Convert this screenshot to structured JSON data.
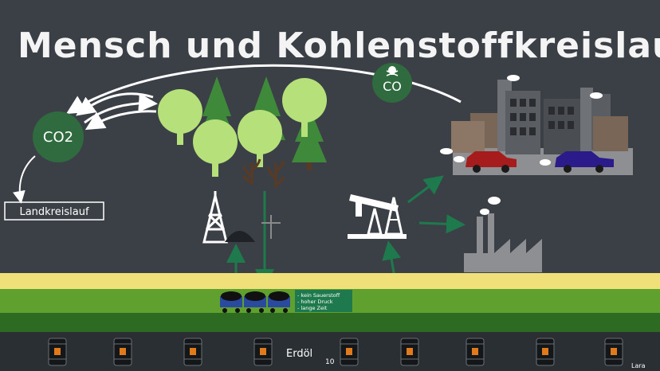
{
  "title": "Mensch und Kohlenstoffkreislauf",
  "labels": {
    "co2": "CO2",
    "co": "CO",
    "landkreislauf": "Landkreislauf",
    "erdoel": "Erdöl",
    "page_number": "10",
    "author": "Lara"
  },
  "conditions": [
    "- kein Sauerstoff",
    "- hoher Druck",
    "- lange Zeit"
  ],
  "colors": {
    "board": "#3b4046",
    "tree_light": "#b5e07a",
    "tree_dark": "#3f8a3a",
    "arrow_green": "#1e7a4c",
    "sand": "#efe07a",
    "grass": "#5fa02e",
    "soil": "#2e6b22",
    "oil_layer": "#2a2f33",
    "co2_badge": "#2f6b3f",
    "car_red": "#a61c1c",
    "car_blue": "#2a1a8a"
  },
  "icons": [
    "skull-icon",
    "oil-derrick-icon",
    "oil-pump-icon",
    "factory-icon",
    "coal-cart-icon",
    "oil-barrel-icon",
    "cloud-icon",
    "cross-icon"
  ]
}
